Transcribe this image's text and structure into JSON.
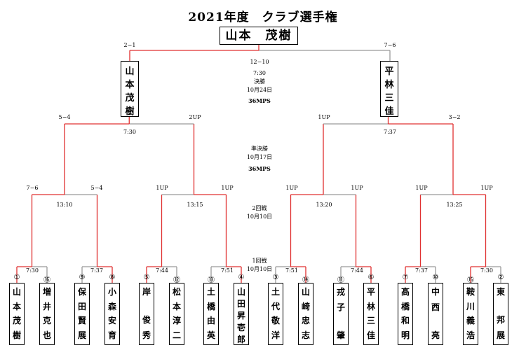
{
  "title": "2021年度　クラブ選手権",
  "champion": "山本　茂樹",
  "final": {
    "left": {
      "score": "2−1",
      "name": [
        "山",
        "本",
        "茂",
        "樹"
      ]
    },
    "right": {
      "score": "7−6",
      "name": [
        "平",
        "林",
        "三",
        "佳"
      ]
    },
    "score": "12−10",
    "time": "7:30",
    "round": "決勝",
    "date": "10月24日",
    "format": "36MPS"
  },
  "semifinal": {
    "left": {
      "score_left": "5−4",
      "score_right": "2UP",
      "time": "7:30"
    },
    "right": {
      "score_left": "1UP",
      "score_right": "3−2",
      "time": "7:37"
    },
    "round": "準決勝",
    "date": "10月17日",
    "format": "36MPS"
  },
  "round2": {
    "round": "2回戦",
    "date": "10月10日",
    "matches": [
      {
        "score_left": "7−6",
        "score_right": "5−4",
        "time": "13:10"
      },
      {
        "score_left": "1UP",
        "score_right": "1UP",
        "time": "13:15"
      },
      {
        "score_left": "1UP",
        "score_right": "1UP",
        "time": "13:20"
      },
      {
        "score_left": "1UP",
        "score_right": "1UP",
        "time": "13:25"
      }
    ]
  },
  "round1": {
    "round": "1回戦",
    "date": "10月10日",
    "times": [
      "7:30",
      "7:37",
      "7:44",
      "7:51",
      "7:51",
      "7:44",
      "7:37",
      "7:30"
    ]
  },
  "players": [
    {
      "seed": "①",
      "name": [
        "山",
        "本",
        "茂",
        "樹"
      ]
    },
    {
      "seed": "⑯",
      "name": [
        "増",
        "井",
        "克",
        "也"
      ]
    },
    {
      "seed": "⑨",
      "name": [
        "保",
        "田",
        "賢",
        "展"
      ]
    },
    {
      "seed": "⑧",
      "name": [
        "小",
        "森",
        "安",
        "育"
      ]
    },
    {
      "seed": "⑤",
      "name": [
        "岸",
        "",
        "俊",
        "秀"
      ]
    },
    {
      "seed": "⑫",
      "name": [
        "松",
        "本",
        "淳",
        "二"
      ]
    },
    {
      "seed": "⑬",
      "name": [
        "土",
        "橋",
        "由",
        "英"
      ]
    },
    {
      "seed": "④",
      "name": [
        "山",
        "田",
        "昇",
        "壱",
        "郎"
      ]
    },
    {
      "seed": "③",
      "name": [
        "土",
        "代",
        "敬",
        "洋"
      ]
    },
    {
      "seed": "⑭",
      "name": [
        "山",
        "崎",
        "忠",
        "志"
      ]
    },
    {
      "seed": "⑪",
      "name": [
        "戎",
        "子",
        "",
        "肇"
      ]
    },
    {
      "seed": "⑥",
      "name": [
        "平",
        "林",
        "三",
        "佳"
      ]
    },
    {
      "seed": "⑦",
      "name": [
        "髙",
        "橋",
        "和",
        "明"
      ]
    },
    {
      "seed": "⑩",
      "name": [
        "中",
        "西",
        "",
        "亮"
      ]
    },
    {
      "seed": "⑮",
      "name": [
        "鞍",
        "川",
        "義",
        "浩"
      ]
    },
    {
      "seed": "②",
      "name": [
        "東",
        "",
        "邦",
        "展"
      ]
    }
  ],
  "colors": {
    "win": "#e03030",
    "lose": "#999999"
  }
}
